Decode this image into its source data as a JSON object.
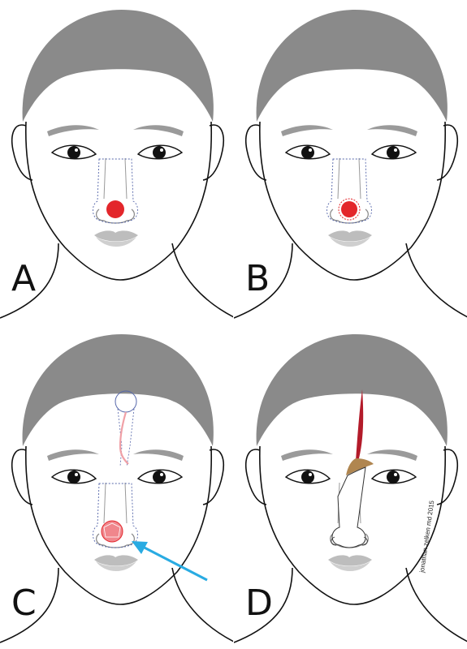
{
  "panels": [
    {
      "label": "A"
    },
    {
      "label": "B"
    },
    {
      "label": "C"
    },
    {
      "label": "D"
    }
  ],
  "credit": "jonathan zelken md 2015",
  "colors": {
    "hair": "#8a8a8a",
    "lesion": "#e3262b",
    "flap": "#f0a0a6",
    "arrow": "#29abe2",
    "lips": "#bdbdbd",
    "outline": "#111111",
    "guide": "#5566aa",
    "brow": "#aa8855"
  }
}
